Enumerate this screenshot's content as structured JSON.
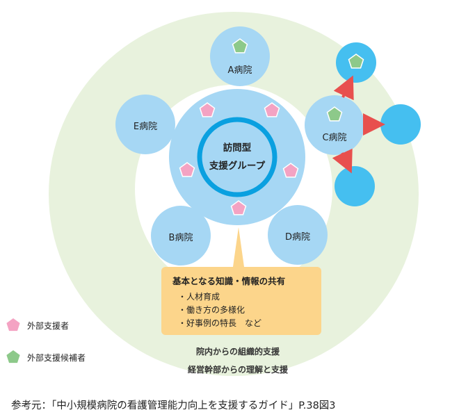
{
  "hospitals": {
    "a": "A病院",
    "b": "B病院",
    "c": "C病院",
    "d": "D病院",
    "e": "E病院"
  },
  "center": {
    "line1": "訪問型",
    "line2": "支援グループ"
  },
  "callout": {
    "title": "基本となる知識・情報の共有",
    "items": [
      "・人材育成",
      "・働き方の多様化",
      "・好事例の特長　など"
    ]
  },
  "bottom_notes": [
    "院内からの組織的支援",
    "経営幹部からの理解と支援"
  ],
  "legend": {
    "external_supporter": "外部支援者",
    "external_candidate": "外部支援候補者"
  },
  "source": "参考元：「中小規模病院の看護管理能力向上を支援するガイド」P.38図3",
  "colors": {
    "outer_ring": "#e8f2dd",
    "hospital_circle": "#a6d7f4",
    "center_ring": "#0aa0e0",
    "bright_circle": "#45bff0",
    "pink_pentagon": "#f4a3c3",
    "green_pentagon": "#8dc98a",
    "callout_bg": "#fcd58b",
    "arrow": "#e8504e"
  },
  "icons": {
    "pink": "pink-pentagon-icon",
    "green": "green-pentagon-icon",
    "arrow": "red-arrow-icon"
  }
}
